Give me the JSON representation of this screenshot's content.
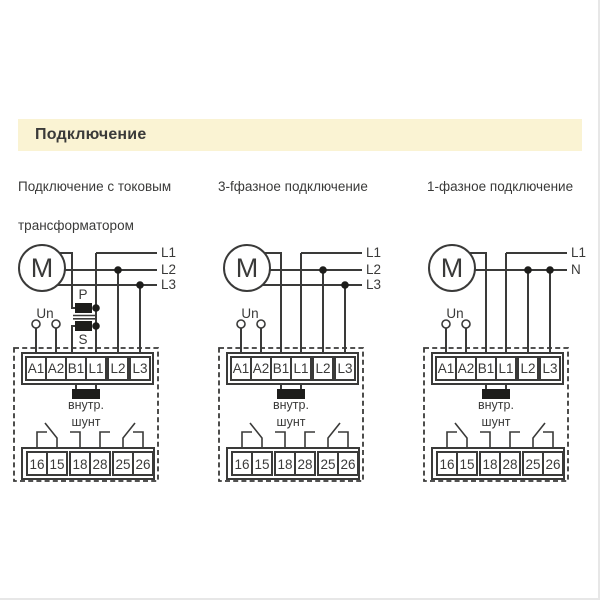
{
  "page": {
    "background": "#ffffff",
    "ink_color": "#3a3a39",
    "band_color": "#faf3d3"
  },
  "header": {
    "title": "Подключение"
  },
  "columns": [
    {
      "title_line1": "Подключение с токовым",
      "title_line2": "трансформатором"
    },
    {
      "title_line1": "3-fфазное подключение",
      "title_line2": ""
    },
    {
      "title_line1": "1-фазное подключение",
      "title_line2": ""
    }
  ],
  "diagrams": [
    {
      "id": "current-transformer",
      "motor": "M",
      "un": "Un",
      "phase_labels": [
        "L1",
        "L2",
        "L3"
      ],
      "ct": {
        "primary": "P",
        "secondary": "S"
      },
      "terminals_top": [
        "A1",
        "A2",
        "B1",
        "L1",
        "L2",
        "L3"
      ],
      "shunt_line1": "внутр.",
      "shunt_line2": "шунт",
      "terminals_bottom": [
        "16",
        "15",
        "18",
        "28",
        "25",
        "26"
      ]
    },
    {
      "id": "three-phase",
      "motor": "M",
      "un": "Un",
      "phase_labels": [
        "L1",
        "L2",
        "L3"
      ],
      "terminals_top": [
        "A1",
        "A2",
        "B1",
        "L1",
        "L2",
        "L3"
      ],
      "shunt_line1": "внутр.",
      "shunt_line2": "шунт",
      "terminals_bottom": [
        "16",
        "15",
        "18",
        "28",
        "25",
        "26"
      ]
    },
    {
      "id": "single-phase",
      "motor": "M",
      "un": "Un",
      "phase_labels": [
        "L1",
        "N"
      ],
      "terminals_top": [
        "A1",
        "A2",
        "B1",
        "L1",
        "L2",
        "L3"
      ],
      "shunt_line1": "внутр.",
      "shunt_line2": "шунт",
      "terminals_bottom": [
        "16",
        "15",
        "18",
        "28",
        "25",
        "26"
      ]
    }
  ]
}
